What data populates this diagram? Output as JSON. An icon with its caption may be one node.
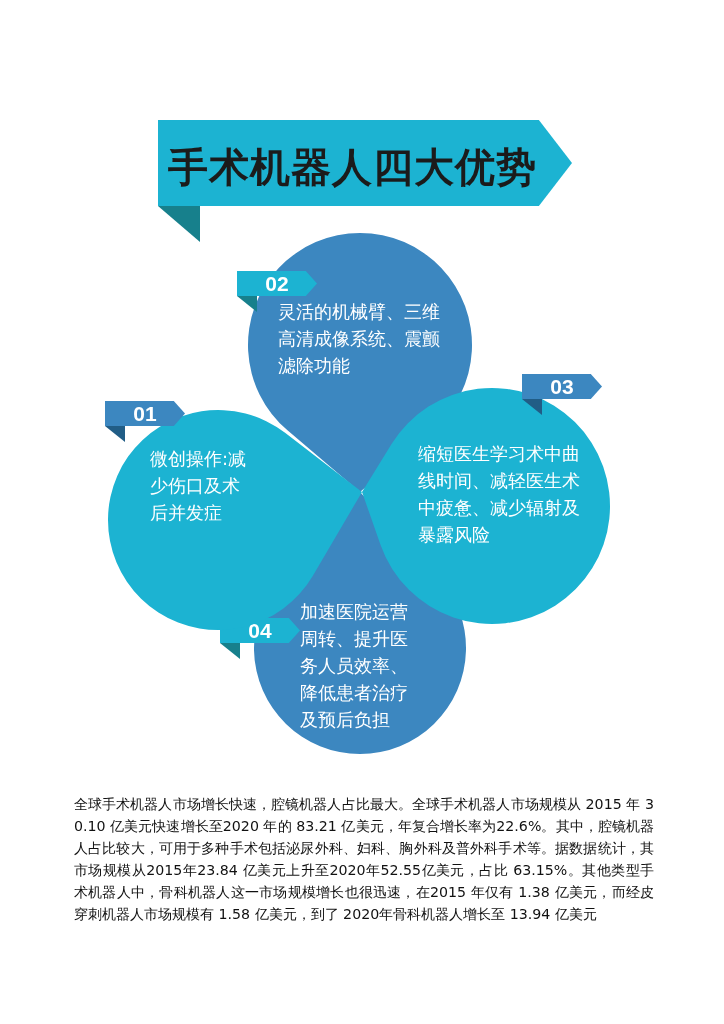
{
  "diagram": {
    "title": "手术机器人四大优势",
    "nodes": [
      {
        "text": [
          "01",
          "微创操作:减少伤口及术后并发症"
        ]
      },
      {
        "text": [
          "02",
          "灵活的机械臂、三维高清成像系统、震颤滤除功能"
        ]
      },
      {
        "text": [
          "03",
          "缩短医生学习术中曲线时间、减轻医生术中疲惫、减少辐射及暴露风险"
        ]
      },
      {
        "text": [
          "04",
          "加速医院运营周转、提升医务人员效率、降低患者治疗及预后负担"
        ]
      }
    ],
    "labels": [
      "全球手术机器人市场增长快速，腔镜机器人占比最大。全球手术机器人市场规模从 2015 年 30.10 亿美元快速增长至2020 年的 83.21 亿美元，年复合增长率为22.6%。其中，腔镜机器人占比较大，可用于多种手术包括泌尿外科、妇科、胸外科及普外科手术等。据数据统计，其市场规模从2015年23.84 亿美元上升至2020年52.55亿美元，占比 63.15%。其他类型手术机器人中，骨科机器人这一市场规模增长也很迅速，在2015 年仅有 1.38 亿美元，而经皮穿刺机器人市场规模有 1.58 亿美元，到了 2020年骨科机器人增长至 13.94 亿美元"
    ]
  }
}
